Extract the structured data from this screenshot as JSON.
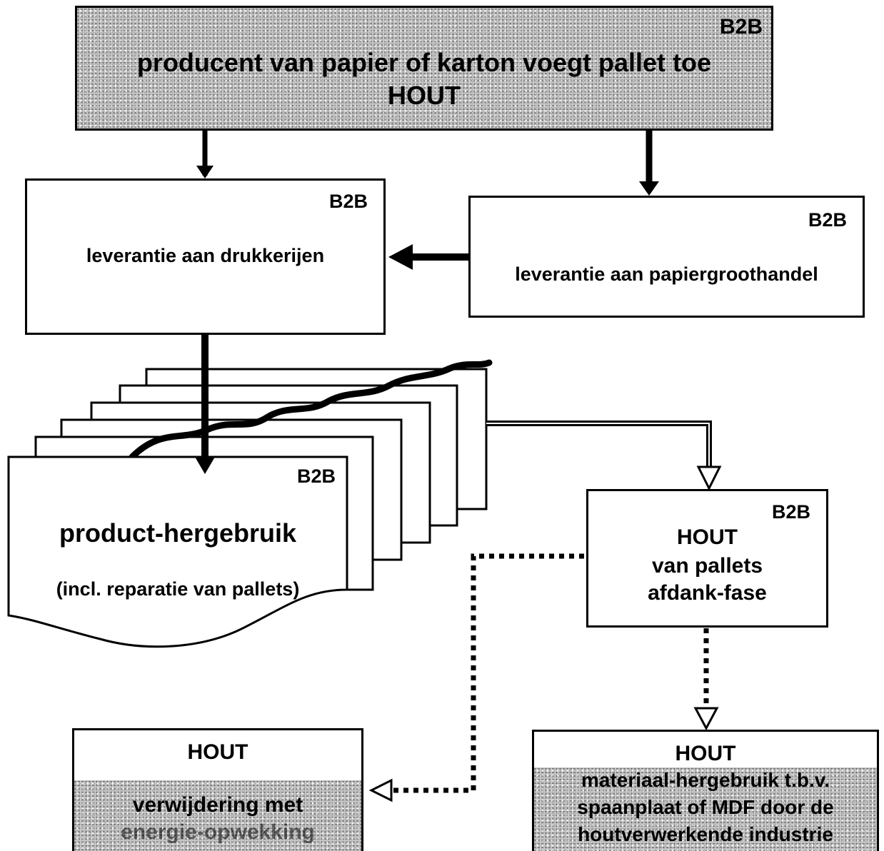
{
  "top": {
    "tag": "B2B",
    "line1": "producent van papier of karton voegt pallet toe",
    "line2": "HOUT"
  },
  "drukkerijen": {
    "tag": "B2B",
    "label": "leverantie aan drukkerijen"
  },
  "papiergroothandel": {
    "tag": "B2B",
    "label": "leverantie aan papiergroothandel"
  },
  "hergebruik": {
    "tag": "B2B",
    "title": "product-hergebruik",
    "subtitle": "(incl. reparatie van pallets)"
  },
  "afdank": {
    "tag": "B2B",
    "line1": "HOUT",
    "line2": "van pallets",
    "line3": "afdank-fase"
  },
  "verwijdering": {
    "title": "HOUT",
    "line1": "verwijdering met",
    "line2": "energie-opwekking"
  },
  "materiaal": {
    "title": "HOUT",
    "line1": "materiaal-hergebruik t.b.v.",
    "line2": "spaanplaat of MDF door de",
    "line3": "houtverwerkende industrie"
  }
}
